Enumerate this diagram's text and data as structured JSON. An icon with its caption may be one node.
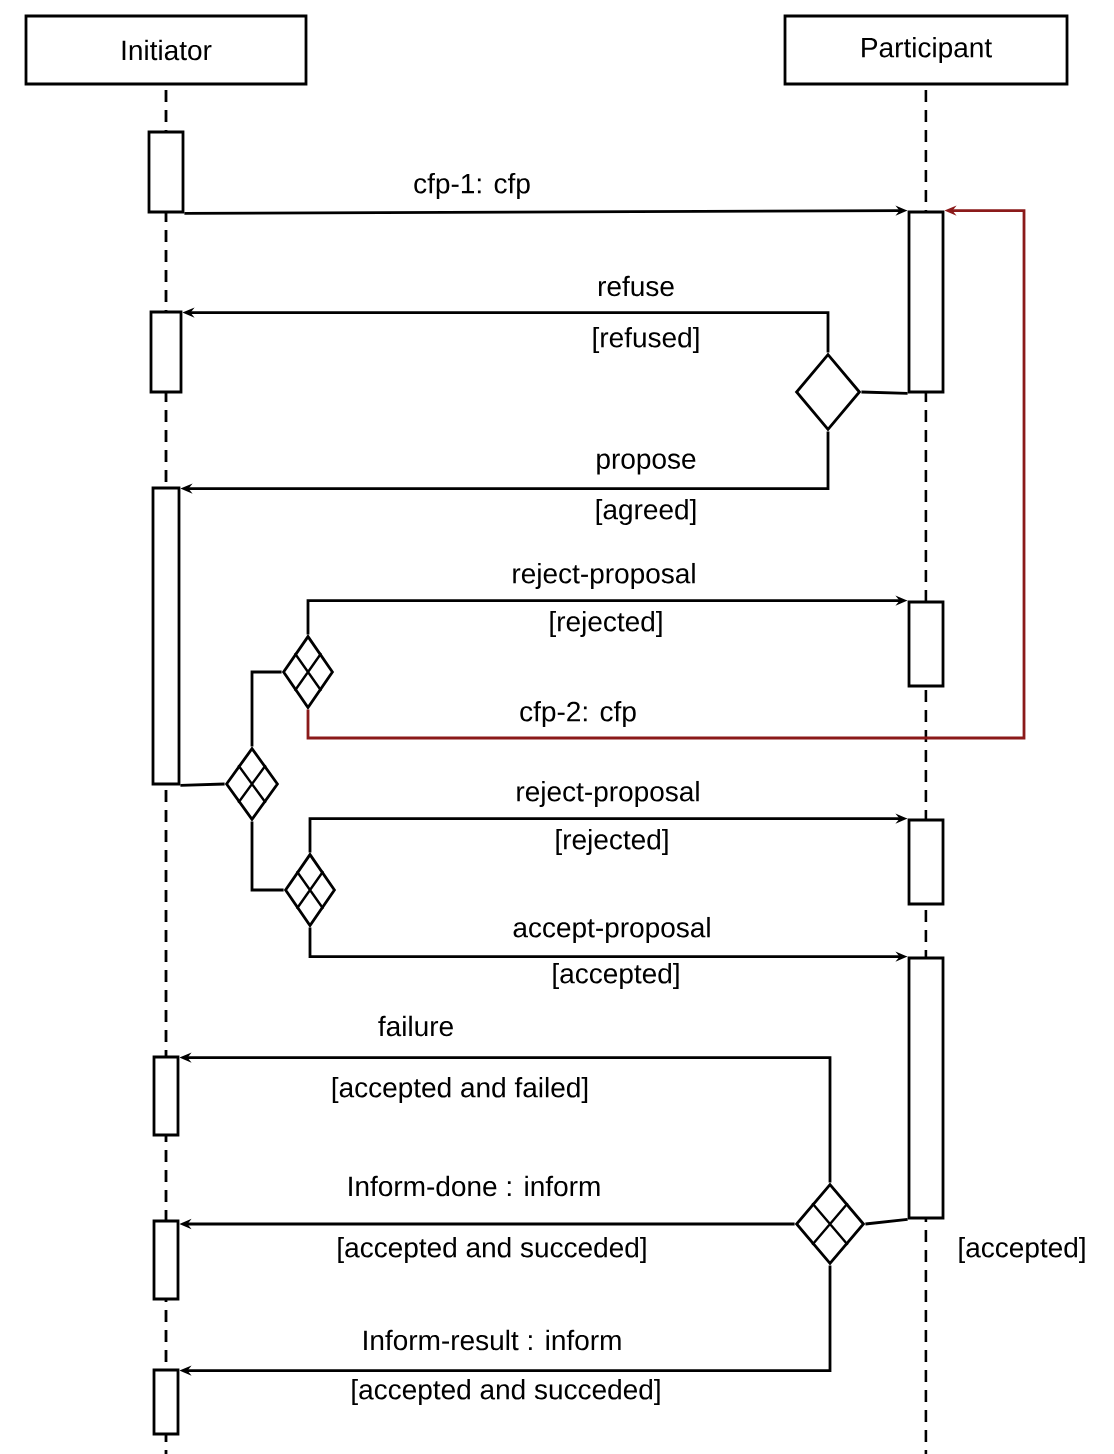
{
  "diagram": {
    "nodes": [
      {
        "text": [
          "Initiator"
        ]
      },
      {
        "text": [
          "Participant"
        ]
      },
      {
        "text": [],
        "shape": "bar"
      },
      {
        "text": [],
        "shape": "bar"
      },
      {
        "text": [],
        "shape": "bar"
      },
      {
        "text": [],
        "shape": "diamond"
      },
      {
        "text": [],
        "shape": "bar"
      },
      {
        "text": [],
        "shape": "diamond"
      },
      {
        "text": [],
        "shape": "diamond"
      },
      {
        "text": [],
        "shape": "bar"
      },
      {
        "text": [],
        "shape": "diamond"
      },
      {
        "text": [],
        "shape": "bar"
      },
      {
        "text": [],
        "shape": "bar"
      },
      {
        "text": [],
        "shape": "diamond"
      },
      {
        "text": [],
        "shape": "bar"
      },
      {
        "text": [],
        "shape": "bar"
      },
      {
        "text": [],
        "shape": "bar"
      }
    ],
    "edges": [
      {
        "from": 2,
        "to": 3,
        "arrow": "to",
        "label": "cfp-1: cfp"
      },
      {
        "from": 3,
        "to": 5,
        "arrow": "none"
      },
      {
        "from": 5,
        "to": 4,
        "arrow": "to",
        "label": "refuse"
      },
      {
        "from": 5,
        "to": 6,
        "arrow": "to",
        "label": "propose"
      },
      {
        "from": 6,
        "to": 7,
        "arrow": "none"
      },
      {
        "from": 7,
        "to": 8,
        "arrow": "none"
      },
      {
        "from": 7,
        "to": 10,
        "arrow": "none"
      },
      {
        "from": 8,
        "to": 9,
        "arrow": "to",
        "label": "reject-proposal"
      },
      {
        "from": 8,
        "to": 3,
        "arrow": "to",
        "label": "cfp-2: cfp",
        "color": "#8b1a1a"
      },
      {
        "from": 10,
        "to": 11,
        "arrow": "to",
        "label": "reject-proposal"
      },
      {
        "from": 10,
        "to": 12,
        "arrow": "to",
        "label": "accept-proposal"
      },
      {
        "from": 12,
        "to": 13,
        "arrow": "none"
      },
      {
        "from": 13,
        "to": 14,
        "arrow": "to",
        "label": "failure"
      },
      {
        "from": 13,
        "to": 15,
        "arrow": "to",
        "label": "Inform-done : inform"
      },
      {
        "from": 13,
        "to": 16,
        "arrow": "to",
        "label": "Inform-result : inform"
      }
    ],
    "labels": [
      "[refused]",
      "[agreed]",
      "[rejected]",
      "[rejected]",
      "[accepted]",
      "[accepted and failed]",
      "[accepted and succeded]",
      "[accepted]",
      "[accepted and succeded]"
    ]
  }
}
